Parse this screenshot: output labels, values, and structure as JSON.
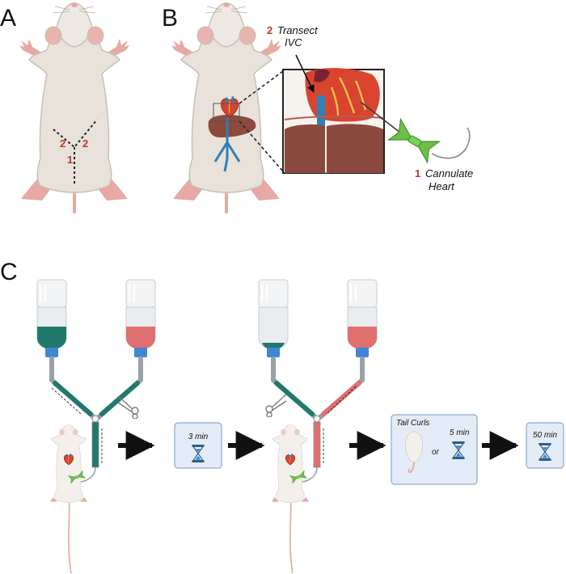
{
  "panels": {
    "a": {
      "letter": "A",
      "incision_labels": [
        "2",
        "2",
        "1"
      ]
    },
    "b": {
      "letter": "B",
      "step2_number": "2",
      "step2_text_line1": "Transect",
      "step2_text_line2": "IVC",
      "step1_number": "1",
      "step1_text_line1": "Cannulate",
      "step1_text_line2": "Heart"
    },
    "c": {
      "letter": "C",
      "box1_time": "3 min",
      "box2_title": "Tail Curls",
      "box2_or": "or",
      "box2_time": "5 min",
      "box3_time": "50 min"
    }
  },
  "colors": {
    "mouse_body": "#e8e2da",
    "mouse_outline": "#c9c0b5",
    "mouse_pink": "#e6a9a4",
    "liver": "#8c4a3e",
    "vein_blue": "#2f7fb8",
    "teal_solution": "#1f7a6c",
    "red_solution": "#e06f6f",
    "cap_blue": "#3f86d6",
    "needle_green": "#6cc04a",
    "box_fill": "#e3ecf6",
    "box_stroke": "#8fa9c9",
    "arrow": "#111111"
  },
  "icons": [
    "hourglass-icon",
    "mouse-icon",
    "heart-icon",
    "butterfly-needle-icon",
    "bottle-icon",
    "clamp-icon"
  ]
}
